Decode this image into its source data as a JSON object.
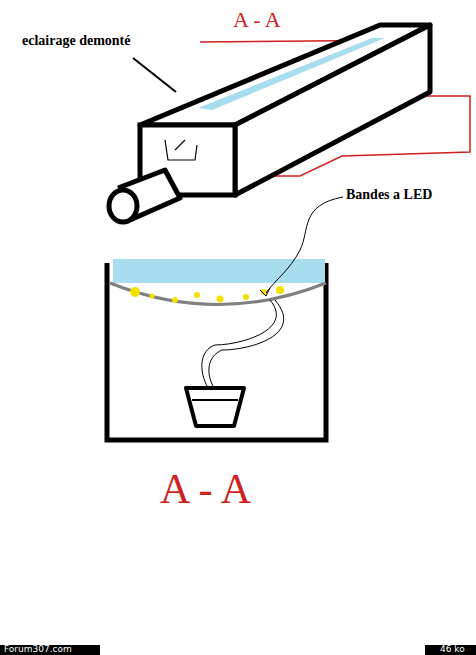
{
  "diagram": {
    "labels": [
      "eclairage demonté",
      "A - A",
      "Bandes a LED",
      "A - A",
      "Forum307.com",
      "46 ko"
    ]
  }
}
